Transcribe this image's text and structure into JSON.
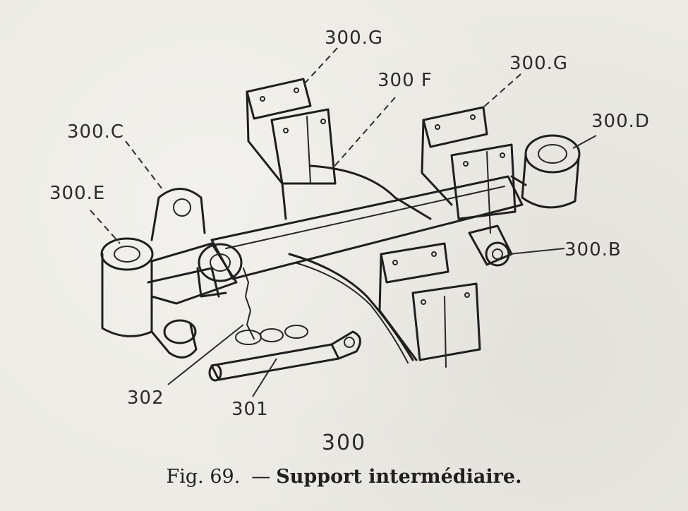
{
  "labels": {
    "l300G_top": "300.G",
    "l300F": "300 F",
    "l300G_right": "300.G",
    "l300D": "300.D",
    "l300C": "300.C",
    "l300E": "300.E",
    "l300B": "300.B",
    "l302": "302",
    "l301": "301"
  },
  "figure_number": "300",
  "caption": {
    "fig_ref": "Fig. 69.",
    "separator": "—",
    "title": "Support intermédiaire."
  }
}
